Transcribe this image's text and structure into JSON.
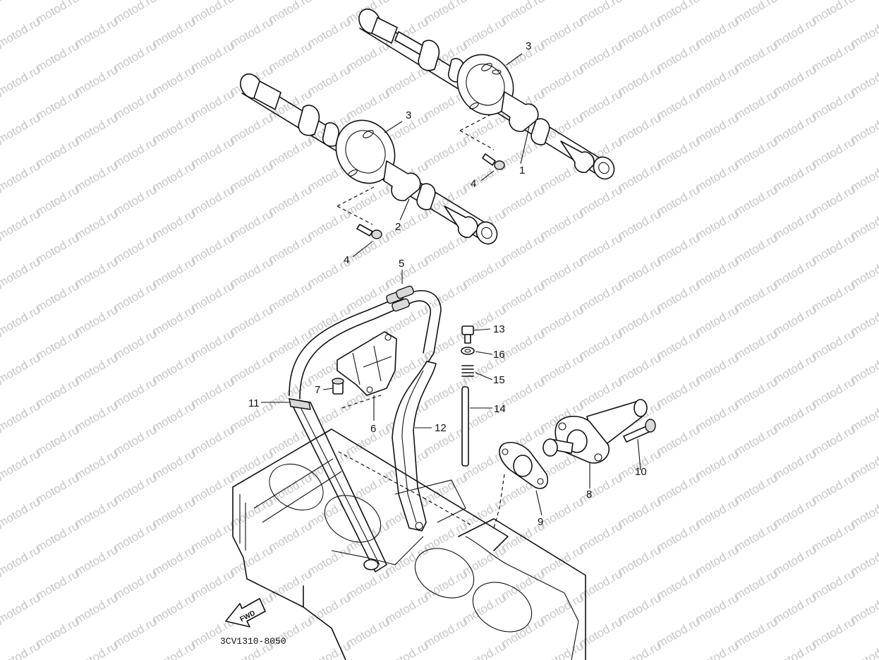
{
  "watermark": "motod.ru",
  "diagram_code": "3CV1310-8050",
  "fwd_label": "FWD",
  "callouts": [
    {
      "id": "c1",
      "text": "1"
    },
    {
      "id": "c2",
      "text": "2"
    },
    {
      "id": "c3a",
      "text": "3"
    },
    {
      "id": "c3b",
      "text": "3"
    },
    {
      "id": "c4a",
      "text": "4"
    },
    {
      "id": "c4b",
      "text": "4"
    },
    {
      "id": "c5",
      "text": "5"
    },
    {
      "id": "c6",
      "text": "6"
    },
    {
      "id": "c7",
      "text": "7"
    },
    {
      "id": "c8",
      "text": "8"
    },
    {
      "id": "c9",
      "text": "9"
    },
    {
      "id": "c10",
      "text": "10"
    },
    {
      "id": "c11",
      "text": "11"
    },
    {
      "id": "c12",
      "text": "12"
    },
    {
      "id": "c13",
      "text": "13"
    },
    {
      "id": "c14",
      "text": "14"
    },
    {
      "id": "c15",
      "text": "15"
    },
    {
      "id": "c16",
      "text": "16"
    }
  ]
}
